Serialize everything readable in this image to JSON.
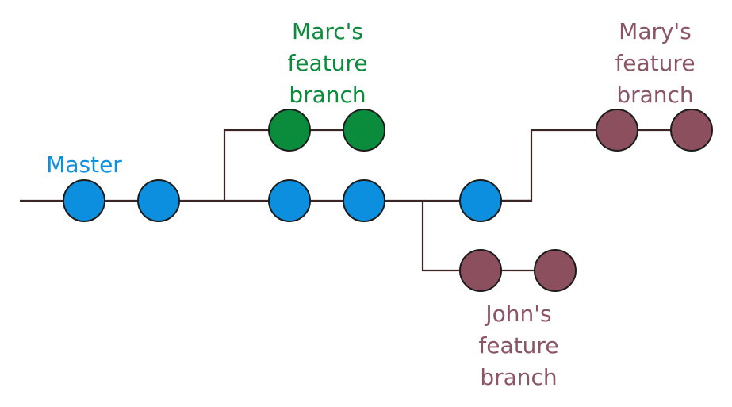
{
  "colors": {
    "line": "#3a2424",
    "stroke": "#1c1c1c",
    "master": "#0d8fe0",
    "marc": "#0a8c3c",
    "mary": "#8b4f5e",
    "john": "#8b4f5e",
    "master_text": "#0d8fe0",
    "marc_text": "#0a8c3c",
    "mary_text": "#8b5566",
    "john_text": "#8b5566"
  },
  "branches": [
    {
      "id": "master",
      "name": "Master",
      "commits": 5
    },
    {
      "id": "marc",
      "name_lines": [
        "Marc's",
        "feature",
        "branch"
      ],
      "commits": 2
    },
    {
      "id": "mary",
      "name_lines": [
        "Mary's",
        "feature",
        "branch"
      ],
      "commits": 2
    },
    {
      "id": "john",
      "name_lines": [
        "John's",
        "feature",
        "branch"
      ],
      "commits": 2
    }
  ]
}
